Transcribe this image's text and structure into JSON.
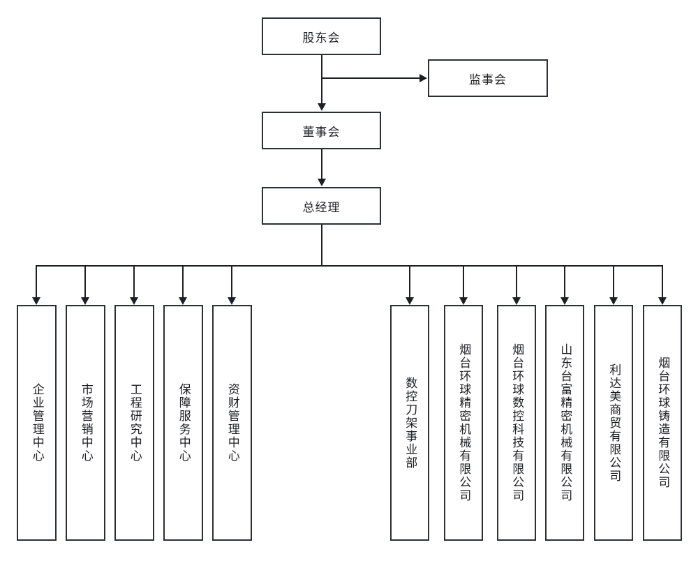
{
  "diagram": {
    "type": "org-chart",
    "title": "",
    "orientation": "top-down",
    "line_color": "#1c1f23",
    "box_border_color": "#2b3036",
    "background_color": "#ffffff",
    "levels": [
      {
        "level": 1,
        "nodes": [
          {
            "id": "shareholders",
            "label": "股东会"
          },
          {
            "id": "supervisors",
            "label": "监事会"
          }
        ]
      },
      {
        "level": 2,
        "nodes": [
          {
            "id": "board",
            "label": "董事会"
          }
        ]
      },
      {
        "level": 3,
        "nodes": [
          {
            "id": "gm",
            "label": "总经理"
          }
        ]
      },
      {
        "level": 4,
        "nodes": [
          {
            "id": "dept1",
            "label": "企业管理中心"
          },
          {
            "id": "dept2",
            "label": "市场营销中心"
          },
          {
            "id": "dept3",
            "label": "工程研究中心"
          },
          {
            "id": "dept4",
            "label": "保障服务中心"
          },
          {
            "id": "dept5",
            "label": "资财管理中心"
          },
          {
            "id": "sub1",
            "label": "数控刀架事业部"
          },
          {
            "id": "sub2",
            "label": "烟台环球精密机械有限公司"
          },
          {
            "id": "sub3",
            "label": "烟台环球数控科技有限公司"
          },
          {
            "id": "sub4",
            "label": "山东台富精密机械有限公司"
          },
          {
            "id": "sub5",
            "label": "利达美商贸有限公司"
          },
          {
            "id": "sub6",
            "label": "烟台环球铸造有限公司"
          }
        ]
      }
    ],
    "edges": [
      {
        "from": "shareholders",
        "to": "supervisors",
        "style": "elbow-right-arrow"
      },
      {
        "from": "shareholders",
        "to": "board",
        "style": "straight-down-arrow"
      },
      {
        "from": "board",
        "to": "gm",
        "style": "straight-down-arrow"
      },
      {
        "from": "gm",
        "to": "dept1",
        "style": "bus-down-arrow"
      },
      {
        "from": "gm",
        "to": "dept2",
        "style": "bus-down-arrow"
      },
      {
        "from": "gm",
        "to": "dept3",
        "style": "bus-down-arrow"
      },
      {
        "from": "gm",
        "to": "dept4",
        "style": "bus-down-arrow"
      },
      {
        "from": "gm",
        "to": "dept5",
        "style": "bus-down-arrow"
      },
      {
        "from": "gm",
        "to": "sub1",
        "style": "bus-down-arrow"
      },
      {
        "from": "gm",
        "to": "sub2",
        "style": "bus-down-arrow"
      },
      {
        "from": "gm",
        "to": "sub3",
        "style": "bus-down-arrow"
      },
      {
        "from": "gm",
        "to": "sub4",
        "style": "bus-down-arrow"
      },
      {
        "from": "gm",
        "to": "sub5",
        "style": "bus-down-arrow"
      },
      {
        "from": "gm",
        "to": "sub6",
        "style": "bus-down-arrow"
      }
    ]
  }
}
